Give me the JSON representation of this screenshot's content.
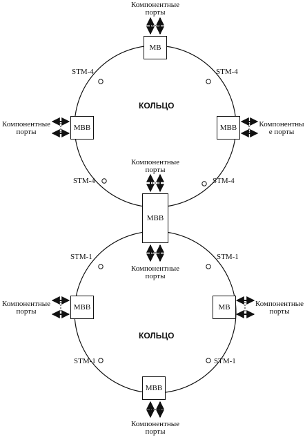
{
  "ring_top": {
    "title": "КОЛЬЦО",
    "links": [
      "STM-4",
      "STM-4",
      "STM-4",
      "STM-4"
    ],
    "nodes": {
      "top": "MB",
      "left": "MBB",
      "right": "MBB",
      "center": "MBB"
    }
  },
  "ring_bottom": {
    "title": "КОЛЬЦО",
    "links": [
      "STM-1",
      "STM-1",
      "STM-1",
      "STM-1"
    ],
    "nodes": {
      "left": "MBB",
      "right": "MB",
      "bottom": "MBB"
    }
  },
  "ports": {
    "top": "Компонентные\nпорты",
    "top_left": "Компонентные\nпорты",
    "top_right": "Компонентны\nе порты",
    "center_upper": "Компонентные\nпорты",
    "center_lower": "Компонентные\nпорты",
    "bottom_left": "Компонентные\nпорты",
    "bottom_right": "Компонентные\nпорты",
    "bottom": "Компонентные\nпорты"
  }
}
